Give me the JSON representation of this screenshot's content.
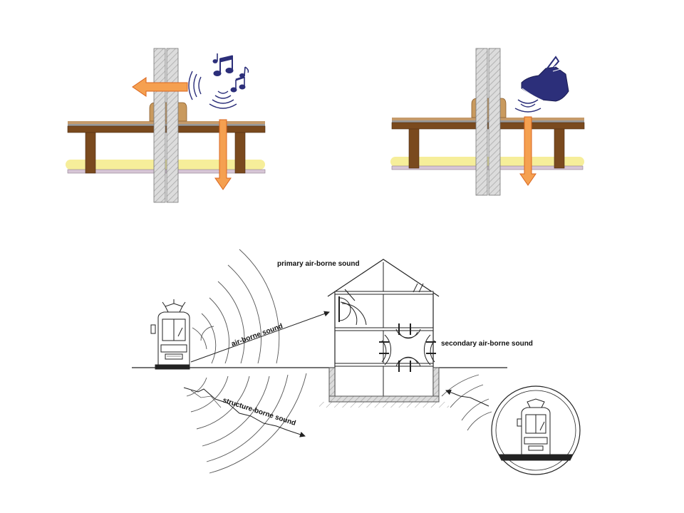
{
  "labels": {
    "primary": "primary air-borne sound",
    "secondary": "secondary air-borne sound",
    "airborne": "air-borne sound",
    "structure": "structure-borne sound"
  },
  "icons": {
    "music": "music-notes-icon",
    "shoe": "shoe-icon",
    "sound_waves": "sound-wave-icon",
    "tram": "tram-icon"
  },
  "colors": {
    "arrow": "#f5a050",
    "arrow_stroke": "#d9661f",
    "wood": "#7a4a1e",
    "insulation": "#f6ee9a",
    "wall": "#d6d6d6",
    "accent_blue": "#2c2f7a"
  }
}
